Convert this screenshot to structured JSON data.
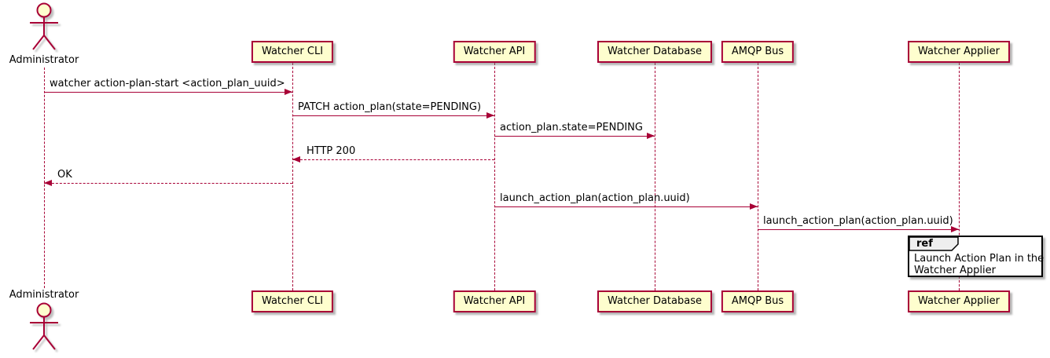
{
  "diagram_type": "sequence",
  "actor": {
    "label": "Administrator"
  },
  "participants": [
    {
      "label": "Watcher CLI"
    },
    {
      "label": "Watcher API"
    },
    {
      "label": "Watcher Database"
    },
    {
      "label": "AMQP Bus"
    },
    {
      "label": "Watcher Applier"
    }
  ],
  "messages": [
    {
      "label": "watcher action-plan-start <action_plan_uuid>",
      "from": "Administrator",
      "to": "Watcher CLI",
      "line": "solid",
      "direction": "right"
    },
    {
      "label": "PATCH action_plan(state=PENDING)",
      "from": "Watcher CLI",
      "to": "Watcher API",
      "line": "solid",
      "direction": "right"
    },
    {
      "label": "action_plan.state=PENDING",
      "from": "Watcher API",
      "to": "Watcher Database",
      "line": "solid",
      "direction": "right"
    },
    {
      "label": "HTTP 200",
      "from": "Watcher API",
      "to": "Watcher CLI",
      "line": "dashed",
      "direction": "left"
    },
    {
      "label": "OK",
      "from": "Watcher CLI",
      "to": "Administrator",
      "line": "dashed",
      "direction": "left"
    },
    {
      "label": "launch_action_plan(action_plan.uuid)",
      "from": "Watcher API",
      "to": "AMQP Bus",
      "line": "solid",
      "direction": "right"
    },
    {
      "label": "launch_action_plan(action_plan.uuid)",
      "from": "AMQP Bus",
      "to": "Watcher Applier",
      "line": "solid",
      "direction": "right"
    }
  ],
  "ref": {
    "keyword": "ref",
    "lines": [
      "Launch Action Plan in the",
      "Watcher Applier"
    ]
  },
  "colors": {
    "participant_fill": "#FEFECE",
    "stroke": "#A80036",
    "text": "#000000",
    "ref_header_fill": "#EEEEEE",
    "ref_border": "#000000"
  }
}
